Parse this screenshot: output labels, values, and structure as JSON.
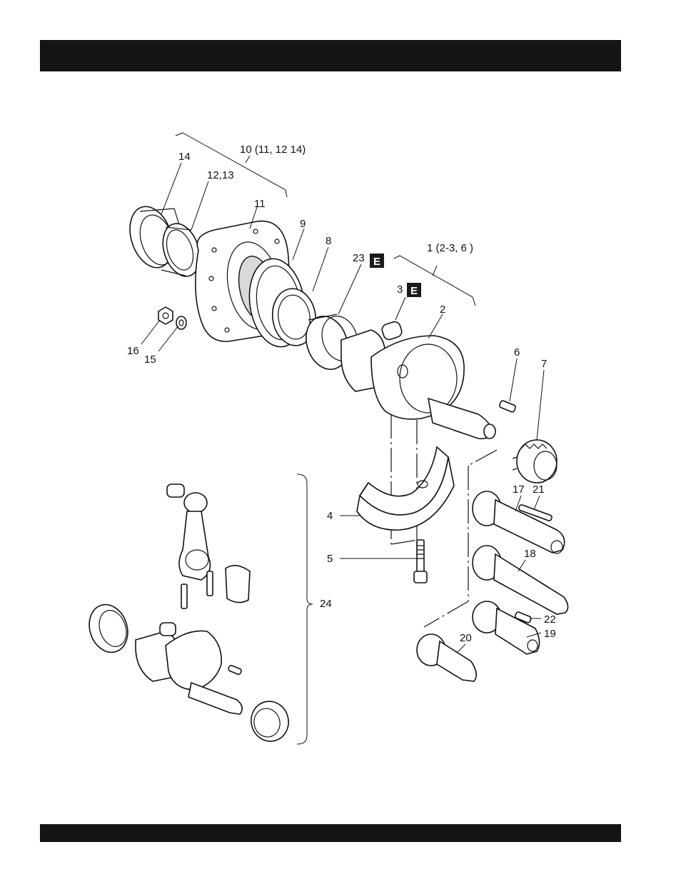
{
  "header": {
    "title": ""
  },
  "footer": {
    "text": ""
  },
  "colors": {
    "bar": "#141414",
    "line": "#111111",
    "background": "#ffffff"
  },
  "callouts": {
    "c10": "10 (11, 12 14)",
    "c14": "14",
    "c12_13": "12,13",
    "c11": "11",
    "c9": "9",
    "c8": "8",
    "c23": "23",
    "c1": "1 (2-3, 6 )",
    "c3": "3",
    "c2": "2",
    "c16": "16",
    "c15": "15",
    "c6": "6",
    "c7": "7",
    "c17": "17",
    "c21": "21",
    "c4": "4",
    "c18": "18",
    "c5": "5",
    "c24": "24",
    "c22": "22",
    "c19": "19",
    "c20": "20"
  },
  "badges": {
    "b23": "E",
    "b3": "E"
  }
}
